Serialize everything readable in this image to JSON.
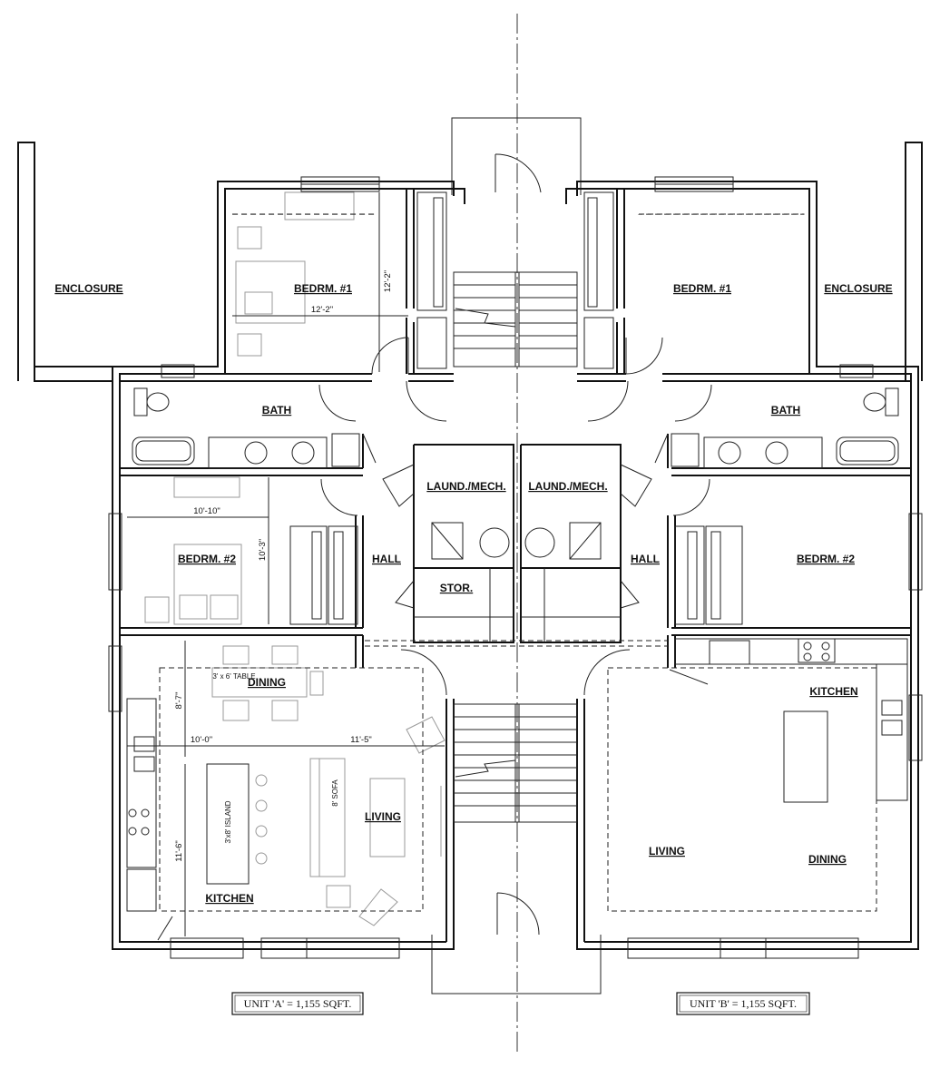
{
  "rooms": {
    "unit_a": {
      "enclosure": "ENCLOSURE",
      "bedroom1": "BEDRM. #1",
      "bath": "BATH",
      "bedroom2": "BEDRM. #2",
      "hall": "HALL",
      "laundry": "LAUND./MECH.",
      "storage": "STOR.",
      "dining": "DINING",
      "living": "LIVING",
      "kitchen": "KITCHEN"
    },
    "unit_b": {
      "enclosure": "ENCLOSURE",
      "bedroom1": "BEDRM. #1",
      "bath": "BATH",
      "bedroom2": "BEDRM. #2",
      "hall": "HALL",
      "laundry": "LAUND./MECH.",
      "kitchen": "KITCHEN",
      "living": "LIVING",
      "dining": "DINING"
    }
  },
  "dimensions": {
    "bed1_width": "12'-2\"",
    "bed1_depth": "12'-2\"",
    "bed2_width": "10'-10\"",
    "bed2_depth": "10'-3\"",
    "dining_depth": "8'-7\"",
    "kitchen_depth": "11'-6\"",
    "kitchen_width": "10'-0\"",
    "living_width": "11'-5\""
  },
  "notes": {
    "table": "3' x 6' TABLE",
    "island": "3'x8' ISLAND",
    "sofa": "8' SOFA"
  },
  "areas": {
    "unit_a": "UNIT 'A' = 1,155 SQFT.",
    "unit_b": "UNIT 'B' = 1,155 SQFT."
  }
}
